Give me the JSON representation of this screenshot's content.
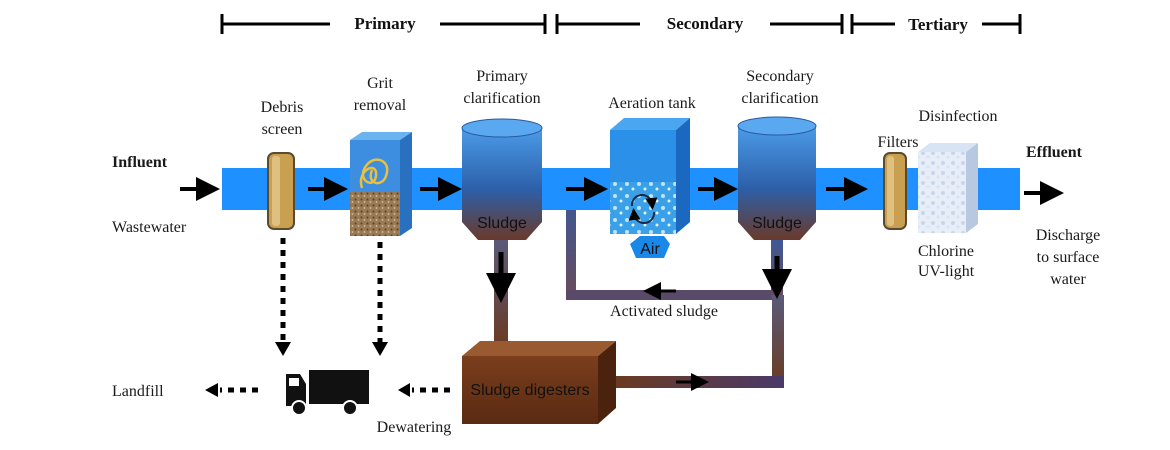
{
  "stages": {
    "primary": "Primary",
    "secondary": "Secondary",
    "tertiary": "Tertiary"
  },
  "labels": {
    "influent": "Influent",
    "wastewater": "Wastewater",
    "debris_line1": "Debris",
    "debris_line2": "screen",
    "grit_line1": "Grit",
    "grit_line2": "removal",
    "primary_clar_line1": "Primary",
    "primary_clar_line2": "clarification",
    "aeration_tank": "Aeration tank",
    "air": "Air",
    "secondary_clar_line1": "Secondary",
    "secondary_clar_line2": "clarification",
    "filters": "Filters",
    "disinfection": "Disinfection",
    "chlorine": "Chlorine",
    "uv_light": "UV-light",
    "effluent": "Effluent",
    "discharge_line1": "Discharge",
    "discharge_line2": "to surface",
    "discharge_line3": "water",
    "sludge_primary": "Sludge",
    "sludge_secondary": "Sludge",
    "activated_sludge": "Activated sludge",
    "sludge_digesters": "Sludge digesters",
    "dewatering": "Dewatering",
    "landfill": "Landfill"
  },
  "icons": [
    "truck-icon",
    "cycle-icon",
    "spring-icon"
  ],
  "colors": {
    "pipe": "#1e90ff",
    "sludge_brown": "#6b3a1f",
    "digester": "#8a4a22",
    "tank_blue": "#2a66b8"
  }
}
